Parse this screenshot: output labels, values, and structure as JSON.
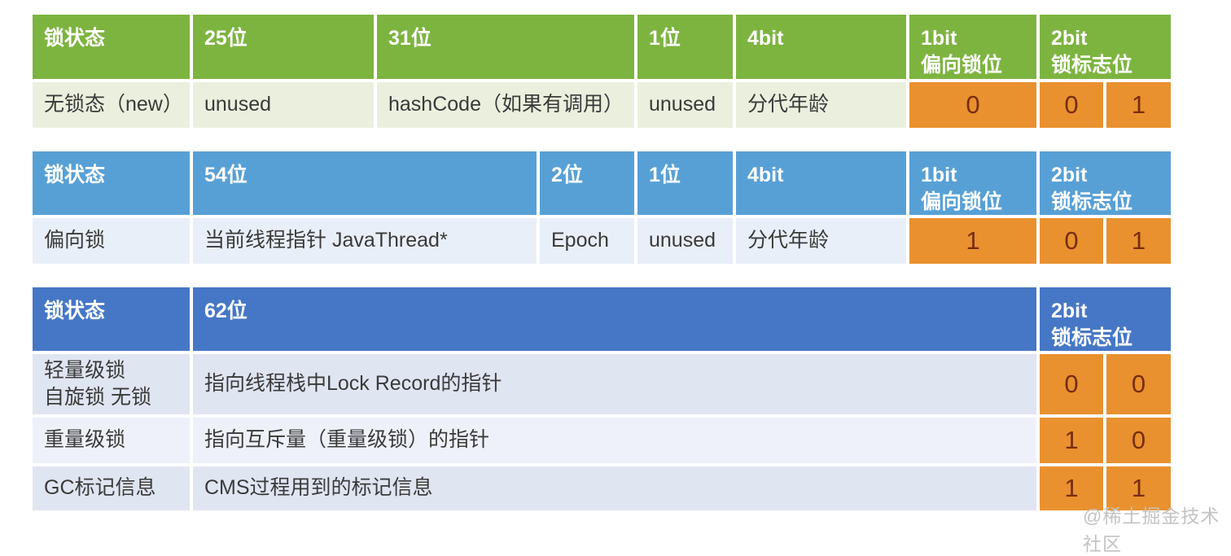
{
  "colors": {
    "green_header": "#7db440",
    "green_row": "#ebf0de",
    "blue_header": "#57a0d6",
    "blue_row": "#e9eff9",
    "navy_header": "#4677c6",
    "lavender_row": "#e0e5f2",
    "lavender_row_light": "#eef1f9",
    "orange": "#e9912f",
    "bit_text": "#772d0d",
    "header_text": "#ffffff",
    "body_text": "#3a3a3a",
    "watermark_text": "#c3c3c3"
  },
  "tables": [
    {
      "title": "无锁态表",
      "headers": [
        "锁状态",
        "25位",
        "31位",
        "1位",
        "4bit",
        "1bit\n偏向锁位",
        "2bit\n锁标志位"
      ],
      "row": {
        "cells": [
          "无锁态（new）",
          "unused",
          "hashCode（如果有调用）",
          "unused",
          "分代年龄"
        ],
        "bias_bit": "0",
        "flag_bits": [
          "0",
          "1"
        ]
      }
    },
    {
      "title": "偏向锁表",
      "headers": [
        "锁状态",
        "54位",
        "2位",
        "1位",
        "4bit",
        "1bit\n偏向锁位",
        "2bit\n锁标志位"
      ],
      "row": {
        "cells": [
          "偏向锁",
          "当前线程指针 JavaThread*",
          "Epoch",
          "unused",
          "分代年龄"
        ],
        "bias_bit": "1",
        "flag_bits": [
          "0",
          "1"
        ]
      }
    },
    {
      "title": "其他锁状态表",
      "headers": [
        "锁状态",
        "62位",
        "2bit\n锁标志位"
      ],
      "rows": [
        {
          "state": "轻量级锁\n自旋锁 无锁",
          "desc": "指向线程栈中Lock Record的指针",
          "flag_bits": [
            "0",
            "0"
          ]
        },
        {
          "state": "重量级锁",
          "desc": "指向互斥量（重量级锁）的指针",
          "flag_bits": [
            "1",
            "0"
          ]
        },
        {
          "state": "GC标记信息",
          "desc": "CMS过程用到的标记信息",
          "flag_bits": [
            "1",
            "1"
          ]
        }
      ]
    }
  ],
  "watermark": "@稀土掘金技术社区"
}
